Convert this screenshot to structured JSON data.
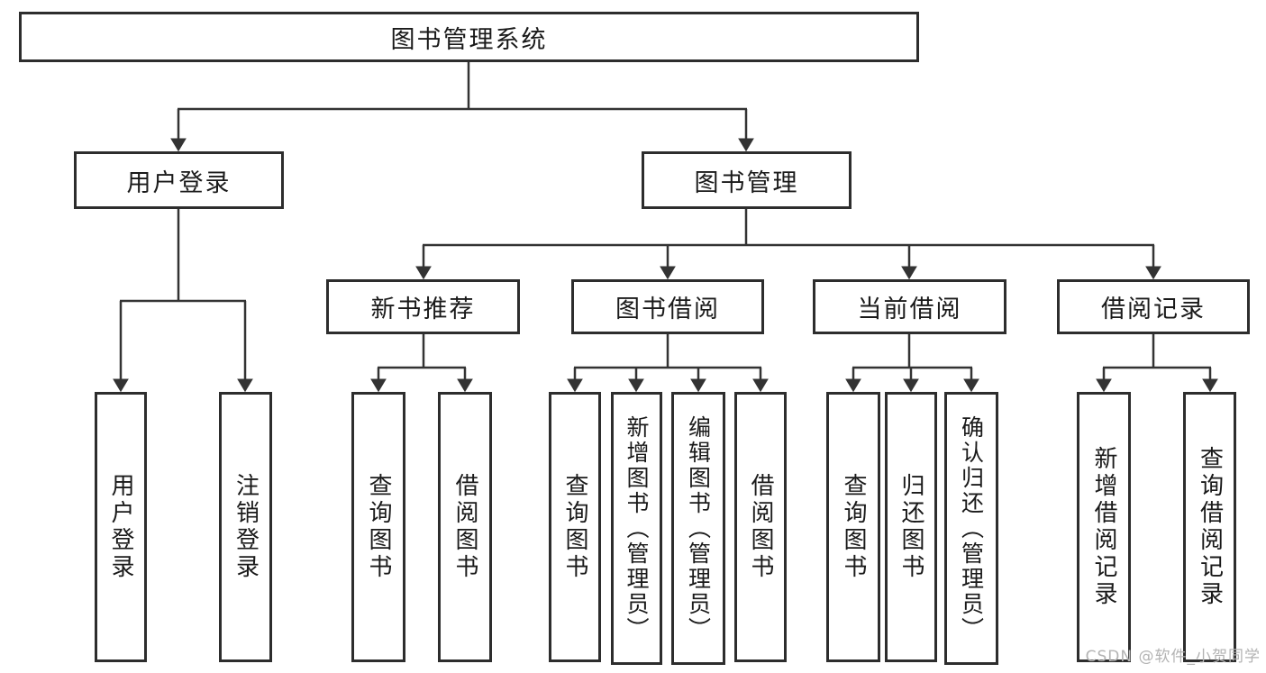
{
  "diagram": {
    "root": {
      "label": "图书管理系统"
    },
    "branches": [
      {
        "label": "用户登录",
        "children": [
          {
            "label": "用户登录"
          },
          {
            "label": "注销登录"
          }
        ]
      },
      {
        "label": "图书管理",
        "children": [
          {
            "label": "新书推荐",
            "children": [
              {
                "label": "查询图书"
              },
              {
                "label": "借阅图书"
              }
            ]
          },
          {
            "label": "图书借阅",
            "children": [
              {
                "label": "查询图书"
              },
              {
                "label": "新增图书（管理员）"
              },
              {
                "label": "编辑图书（管理员）"
              },
              {
                "label": "借阅图书"
              }
            ]
          },
          {
            "label": "当前借阅",
            "children": [
              {
                "label": "查询图书"
              },
              {
                "label": "归还图书"
              },
              {
                "label": "确认归还（管理员）"
              }
            ]
          },
          {
            "label": "借阅记录",
            "children": [
              {
                "label": "新增借阅记录"
              },
              {
                "label": "查询借阅记录"
              }
            ]
          }
        ]
      }
    ]
  },
  "watermark": {
    "text": "CSDN @软件_小贺同学"
  },
  "colors": {
    "line": "#333333",
    "box_border": "#2d2d2d",
    "text": "#1a1a1a",
    "watermark": "#b3b3b3",
    "background": "#ffffff"
  }
}
